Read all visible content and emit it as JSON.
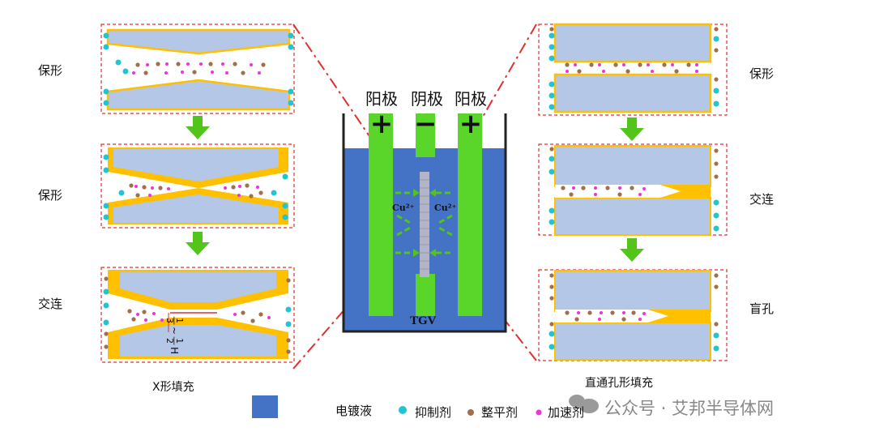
{
  "colors": {
    "substrate": "#b4c7e7",
    "copper": "#ffc000",
    "electrolyte": "#4472c4",
    "electrode": "#5ad62a",
    "frame": "#e03030",
    "arrow": "#52c41a",
    "suppressor": "#22c4d4",
    "leveler": "#a0704a",
    "accelerator": "#ee33dd"
  },
  "left": {
    "caption": "X形填充",
    "steps": [
      "保形",
      "保形",
      "交连"
    ],
    "ratio_left": "1\n—\n3",
    "ratio_sep": "~",
    "ratio_right": "1\n—\n2",
    "ratio_unit": "H"
  },
  "right": {
    "caption": "直通孔形填充",
    "steps": [
      "保形",
      "交连",
      "盲孔"
    ]
  },
  "cell": {
    "anode_left": "阳极",
    "cathode": "阴极",
    "anode_right": "阳极",
    "plus_left": "+",
    "minus": "−",
    "plus_right": "+",
    "ion_left": "Cu²⁺",
    "ion_right": "Cu²⁺",
    "sample": "TGV"
  },
  "legend": {
    "electrolyte": "电镀液",
    "suppressor": "抑制剂",
    "leveler": "整平剂",
    "accelerator": "加速剂"
  },
  "watermark": "公众号 · 艾邦半导体网"
}
